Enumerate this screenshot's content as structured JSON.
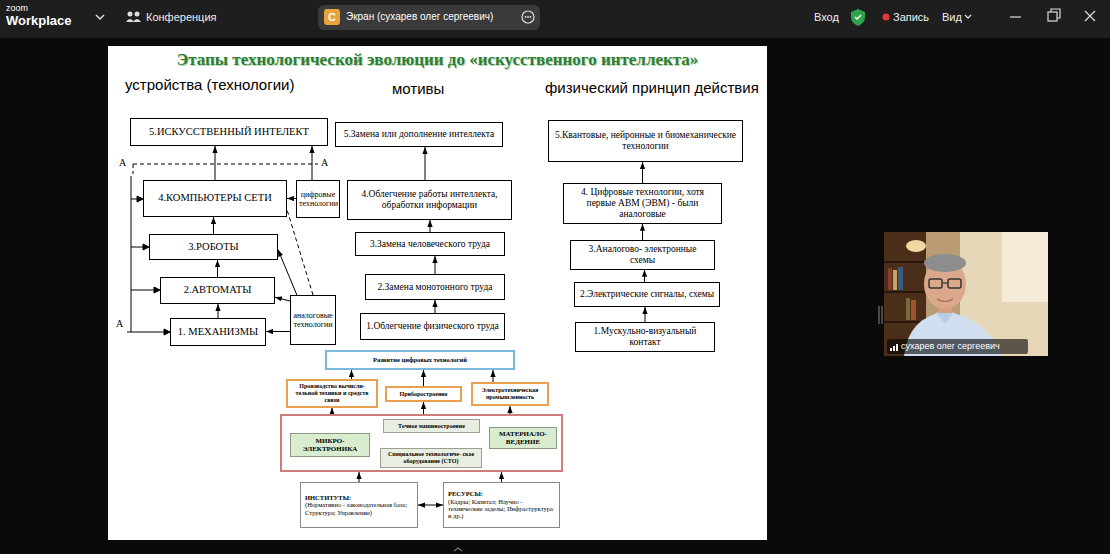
{
  "diagram": {
    "title": "Этапы технологической эволюции до «искусственного интеллекта»",
    "nodes": [
      {
        "text": [
          "5.ИСКУССТВЕННЫЙ ИНТЕЛЕКТ"
        ]
      },
      {
        "text": [
          "5.Замена или дополнение интеллекта"
        ]
      },
      {
        "text": [
          "5.Квантовые, нейронные и биомеханические технологии"
        ]
      },
      {
        "text": [
          "4.КОМПЬЮТЕРЫ СЕТИ"
        ]
      },
      {
        "text": [
          "цифровые технологии"
        ]
      },
      {
        "text": [
          "4.Облегчение работы интеллекта, обработки информации"
        ]
      },
      {
        "text": [
          "4. Цифровые технологии, хотя первые АВМ (ЭВМ) - были аналоговые"
        ]
      },
      {
        "text": [
          "3.РОБОТЫ"
        ]
      },
      {
        "text": [
          "3.Замена человеческого труда"
        ]
      },
      {
        "text": [
          "3.Аналогово- электронные схемы"
        ]
      },
      {
        "text": [
          "2.АВТОМАТЫ"
        ]
      },
      {
        "text": [
          "2.Замена монотонного труда"
        ]
      },
      {
        "text": [
          "2.Электрические сигналы, схемы"
        ]
      },
      {
        "text": [
          "аналоговые технологии"
        ]
      },
      {
        "text": [
          "1. МЕХАНИЗМЫ"
        ]
      },
      {
        "text": [
          "1.Облегчение физического труда"
        ]
      },
      {
        "text": [
          "1.Мускульно-визуальный контакт"
        ]
      },
      {
        "text": [
          "Развитие цифровых технологий"
        ]
      },
      {
        "text": [
          "Производство вычисли- тельной техники и средств связи"
        ]
      },
      {
        "text": [
          "Приборостроение"
        ]
      },
      {
        "text": [
          "Электротехническая промышленность"
        ]
      },
      {
        "text": []
      },
      {
        "text": [
          "МИКРО- ЭЛЕКТРОНИКА"
        ],
        "in": 21
      },
      {
        "text": [
          "Точное машиностроение"
        ],
        "in": 21
      },
      {
        "text": [
          "Специальное технологиче- ское оборудование (СТО)"
        ],
        "in": 21
      },
      {
        "text": [
          "МАТЕРИАЛО- ВЕДЕНИЕ"
        ],
        "in": 21
      },
      {
        "text": [
          "ИНСТИТУТЫ:",
          "(Нормативно - законодательная база; Структура; Управление)"
        ]
      },
      {
        "text": [
          "РЕСУРСЫ:",
          "(Кадры; Капитал; Научно - технические заделы; Инфраструктура и др.)"
        ]
      }
    ],
    "edges": [
      {
        "from": 14,
        "to": 10,
        "arrow": "to"
      },
      {
        "from": 10,
        "to": 7,
        "arrow": "to"
      },
      {
        "from": 7,
        "to": 3,
        "arrow": "to"
      },
      {
        "from": 3,
        "to": 0,
        "arrow": "to"
      },
      {
        "from": 4,
        "to": 3,
        "arrow": "to"
      },
      {
        "from": 4,
        "to": 0,
        "arrow": "to"
      },
      {
        "from": 13,
        "to": 14,
        "arrow": "to"
      },
      {
        "from": 13,
        "to": 10,
        "arrow": "to"
      },
      {
        "from": 13,
        "to": 7,
        "arrow": "to"
      },
      {
        "from": 13,
        "to": 3,
        "arrow": "none"
      },
      {
        "from": 15,
        "to": 11,
        "arrow": "to"
      },
      {
        "from": 11,
        "to": 8,
        "arrow": "to"
      },
      {
        "from": 8,
        "to": 5,
        "arrow": "to"
      },
      {
        "from": 5,
        "to": 1,
        "arrow": "to"
      },
      {
        "from": 16,
        "to": 12,
        "arrow": "to"
      },
      {
        "from": 12,
        "to": 9,
        "arrow": "to"
      },
      {
        "from": 9,
        "to": 6,
        "arrow": "to"
      },
      {
        "from": 6,
        "to": 2,
        "arrow": "to"
      },
      {
        "from": 18,
        "to": 17,
        "arrow": "to"
      },
      {
        "from": 19,
        "to": 17,
        "arrow": "to"
      },
      {
        "from": 20,
        "to": 17,
        "arrow": "to"
      },
      {
        "from": 21,
        "to": 18,
        "arrow": "to"
      },
      {
        "from": 21,
        "to": 19,
        "arrow": "to"
      },
      {
        "from": 21,
        "to": 20,
        "arrow": "to"
      },
      {
        "from": 22,
        "to": 23,
        "arrow": "to"
      },
      {
        "from": 22,
        "to": 24,
        "arrow": "to"
      },
      {
        "from": 22,
        "to": 25,
        "arrow": "both"
      },
      {
        "from": 26,
        "to": 21,
        "arrow": "to"
      },
      {
        "from": 27,
        "to": 21,
        "arrow": "to"
      },
      {
        "from": 26,
        "to": 27,
        "arrow": "both"
      }
    ],
    "labels": [
      "zoom",
      "Workplace",
      "Конференция",
      "С",
      "Экран (сухарев олег сергеевич)",
      "Вход",
      "Запись",
      "Вид",
      "устройства (технологии)",
      "мотивы",
      "физический принцип действия",
      "A",
      "A",
      "A",
      "сухарев олег сергеевич"
    ]
  }
}
